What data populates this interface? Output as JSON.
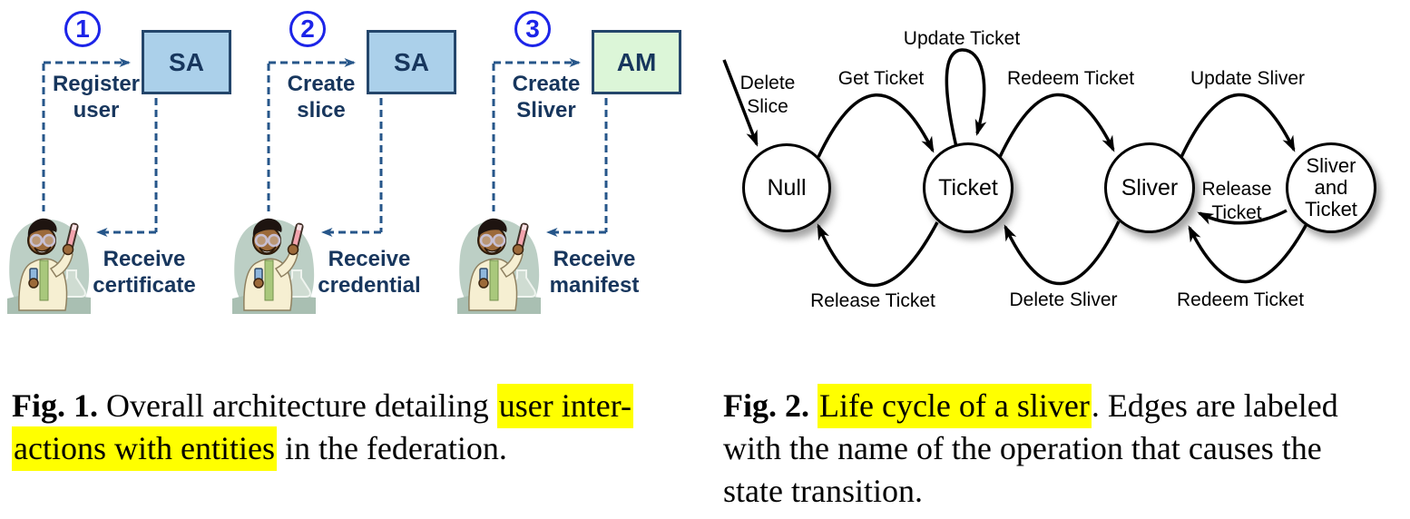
{
  "figure1": {
    "person_icon": "scientist-with-test-tube",
    "scenarios": [
      {
        "number": "1",
        "entity": "SA",
        "request_line1": "Register",
        "request_line2": "user",
        "response_line1": "Receive",
        "response_line2": "certificate"
      },
      {
        "number": "2",
        "entity": "SA",
        "request_line1": "Create",
        "request_line2": "slice",
        "response_line1": "Receive",
        "response_line2": "credential"
      },
      {
        "number": "3",
        "entity": "AM",
        "request_line1": "Create",
        "request_line2": "Sliver",
        "response_line1": "Receive",
        "response_line2": "manifest"
      }
    ],
    "caption_lines": [
      [
        {
          "t": "Fig. 1.",
          "b": true
        },
        {
          "t": " Overall architecture detailing "
        },
        {
          "t": "user inter-",
          "h": true
        }
      ],
      [
        {
          "t": "actions with entities",
          "h": true
        },
        {
          "t": " in the federation."
        }
      ]
    ]
  },
  "figure2": {
    "states": {
      "null": "Null",
      "ticket": "Ticket",
      "sliver": "Sliver",
      "sliver_and_ticket_line1": "Sliver",
      "sliver_and_ticket_line2": "and",
      "sliver_and_ticket_line3": "Ticket"
    },
    "edge_labels": {
      "delete_slice_line1": "Delete",
      "delete_slice_line2": "Slice",
      "get_ticket": "Get Ticket",
      "update_ticket": "Update Ticket",
      "redeem_ticket_top": "Redeem Ticket",
      "update_sliver": "Update Sliver",
      "release_ticket_mid_line1": "Release",
      "release_ticket_mid_line2": "Ticket",
      "release_ticket_bottom": "Release Ticket",
      "delete_sliver": "Delete Sliver",
      "redeem_ticket_bottom": "Redeem Ticket"
    },
    "caption_lines": [
      [
        {
          "t": "Fig. 2.",
          "b": true
        },
        {
          "t": " "
        },
        {
          "t": "Life cycle of a sliver",
          "h": true
        },
        {
          "t": ". Edges are labeled"
        }
      ],
      [
        {
          "t": "with the name of the operation that causes the"
        }
      ],
      [
        {
          "t": "state transition."
        }
      ]
    ]
  },
  "colors": {
    "entity_sa_fill": "#ABD0EA",
    "entity_am_fill": "#DCF6D8",
    "entity_border": "#24466B",
    "label_text": "#17365D",
    "number_blue": "#1C24E8",
    "dashed_arrow": "#26568A",
    "diagram_stroke": "#000000",
    "highlight": "#FFFF00"
  }
}
